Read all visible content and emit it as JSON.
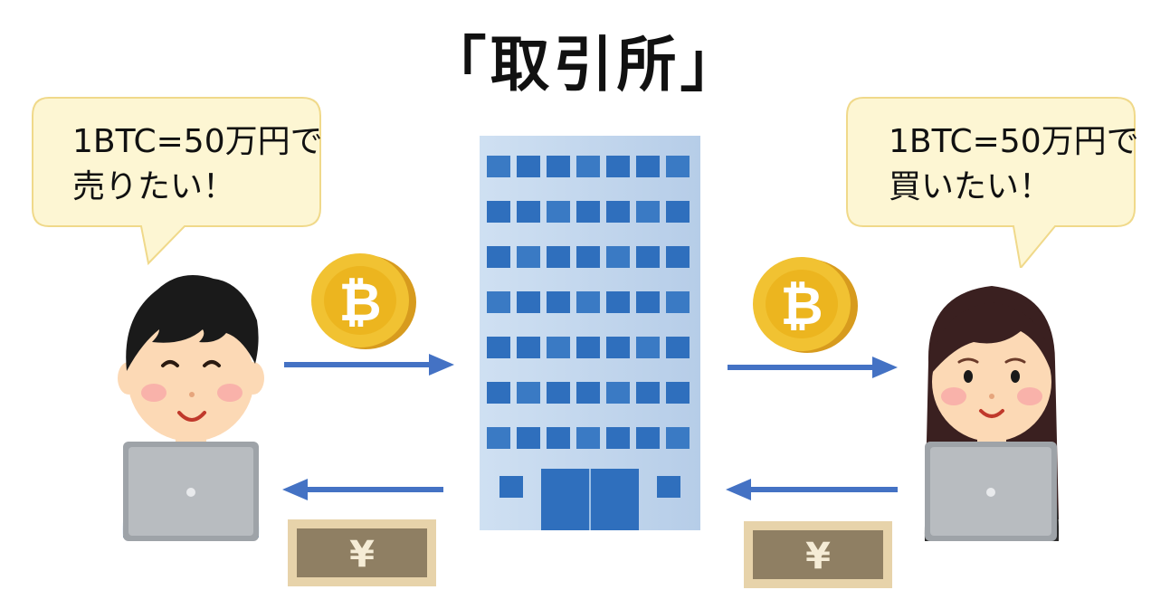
{
  "title": "「取引所」",
  "seller": {
    "line1": "1BTC=50万円で",
    "line2": "売りたい！"
  },
  "buyer": {
    "line1": "1BTC=50万円で",
    "line2": "買いたい！"
  },
  "coin_symbol": "₿",
  "yen_symbol": "¥",
  "colors": {
    "arrow": "#4472c4",
    "bubble": "#fdf6d3",
    "building": "#3f7ec7",
    "coin": "#f1c232"
  }
}
